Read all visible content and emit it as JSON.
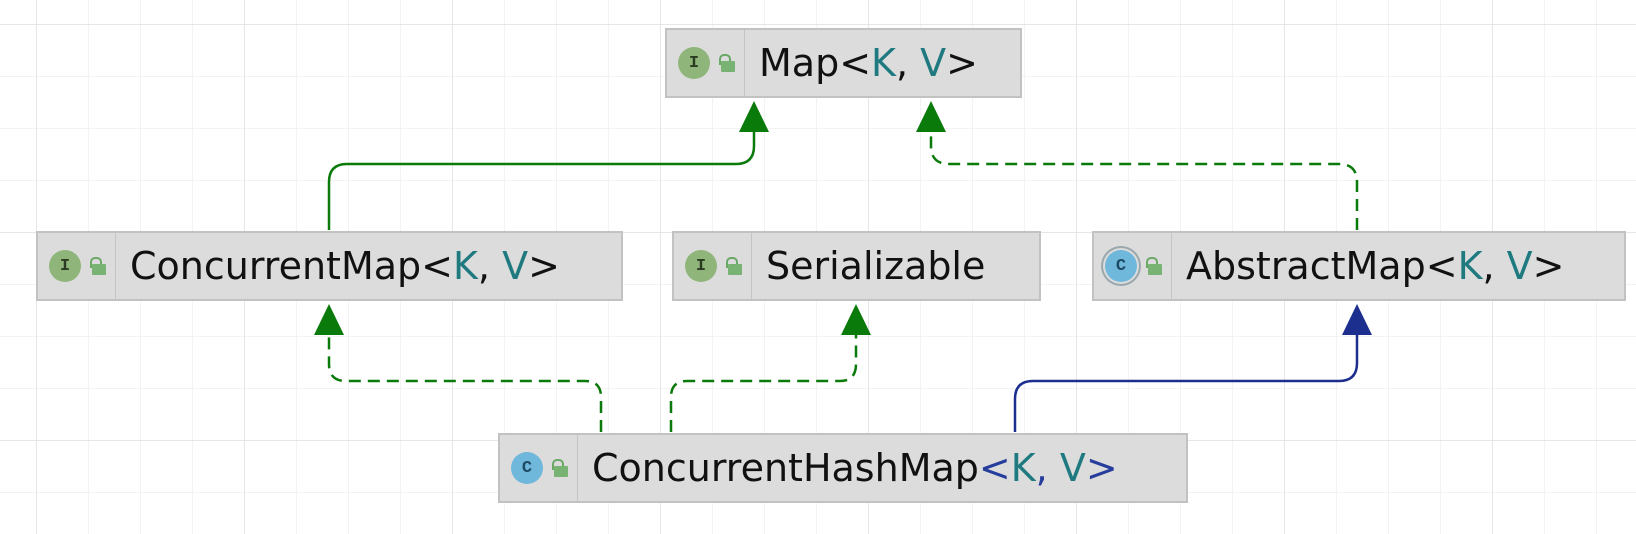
{
  "nodes": {
    "map": {
      "name": "Map",
      "open": "<",
      "p1": "K",
      "sep": ", ",
      "p2": "V",
      "close": ">",
      "kind": "interface"
    },
    "concurrent_map": {
      "name": "ConcurrentMap",
      "open": "<",
      "p1": "K",
      "sep": ", ",
      "p2": "V",
      "close": ">",
      "kind": "interface"
    },
    "serializable": {
      "name": "Serializable",
      "kind": "interface"
    },
    "abstract_map": {
      "name": "AbstractMap",
      "open": "<",
      "p1": "K",
      "sep": ", ",
      "p2": "V",
      "close": ">",
      "kind": "abstract-class"
    },
    "concurrent_hash_map": {
      "name": "ConcurrentHashMap",
      "open": "<",
      "p1": "K",
      "sep": ", ",
      "p2": "V",
      "close": ">",
      "kind": "class"
    }
  },
  "icons": {
    "interface": "I",
    "class": "C",
    "access": "unlocked-lock-icon"
  },
  "edges": [
    {
      "from": "concurrent_map",
      "to": "map",
      "relation": "extends",
      "style": "solid",
      "color": "#0a7a0a"
    },
    {
      "from": "abstract_map",
      "to": "map",
      "relation": "implements",
      "style": "dashed",
      "color": "#0a7a0a"
    },
    {
      "from": "concurrent_hash_map",
      "to": "concurrent_map",
      "relation": "implements",
      "style": "dashed",
      "color": "#0a7a0a"
    },
    {
      "from": "concurrent_hash_map",
      "to": "serializable",
      "relation": "implements",
      "style": "dashed",
      "color": "#0a7a0a"
    },
    {
      "from": "concurrent_hash_map",
      "to": "abstract_map",
      "relation": "extends",
      "style": "solid",
      "color": "#1c2f8f"
    }
  ]
}
